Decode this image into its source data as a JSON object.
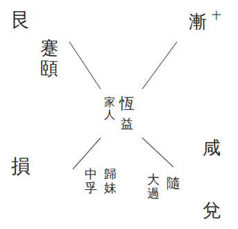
{
  "diagram": {
    "labels": [
      "艮",
      "蹇頤",
      "損",
      "漸",
      "十",
      "家人",
      "恆",
      "益",
      "中孚",
      "歸妹",
      "大過",
      "隨",
      "咸",
      "兌"
    ]
  }
}
